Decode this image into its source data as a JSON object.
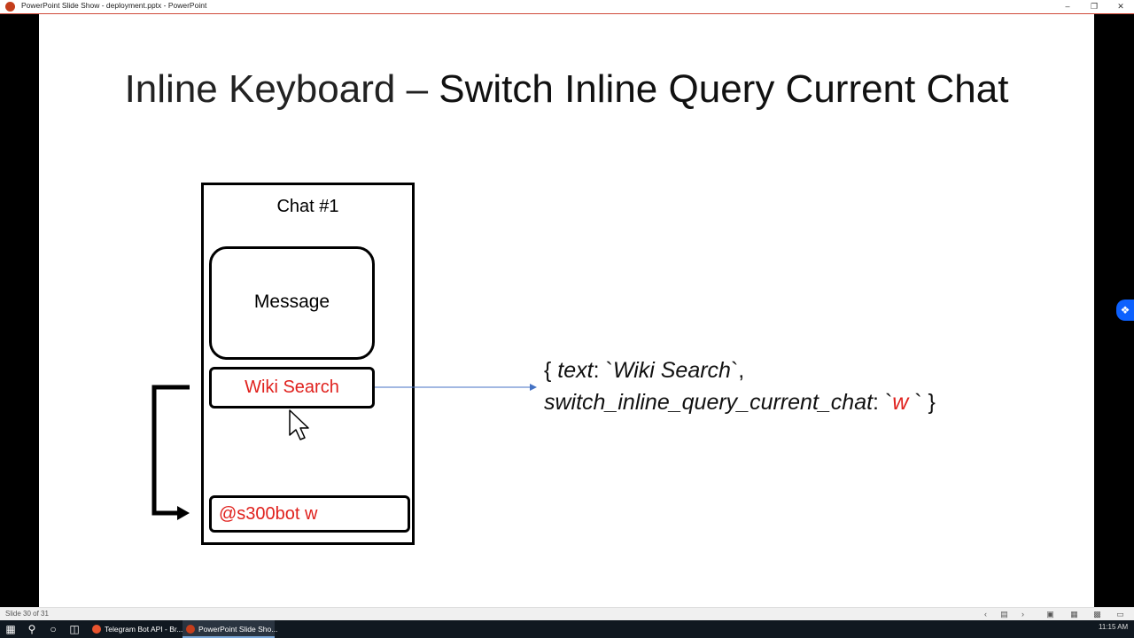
{
  "window": {
    "title": "PowerPoint Slide Show  -  deployment.pptx - PowerPoint",
    "minimize": "–",
    "restore": "❐",
    "close": "✕"
  },
  "slide": {
    "title_light": "Inline Keyboard – ",
    "title_bold": "Switch Inline Query Current Chat",
    "chat_label": "Chat #1",
    "message_label": "Message",
    "button_label": "Wiki Search",
    "input_text": "@s300bot w",
    "code": {
      "open": "{ ",
      "text_key": "text",
      "colon1": ": `",
      "text_val": "Wiki Search",
      "after_text": "`,",
      "switch_key": "switch_inline_query_current_chat",
      "colon2": ": `",
      "switch_val": "w",
      "close": " ` }"
    }
  },
  "statusbar": {
    "slide_counter": "Slide 30 of 31"
  },
  "taskbar": {
    "tasks": [
      {
        "label": "Telegram Bot API - Br..."
      },
      {
        "label": "PowerPoint Slide Sho..."
      }
    ],
    "clock": "11:15 AM"
  },
  "colors": {
    "accent_red": "#e0211d",
    "arrow_blue": "#4472c4"
  },
  "icons": {
    "start": "windows-icon",
    "search": "search-icon",
    "cortana": "cortana-icon",
    "taskview": "task-view-icon",
    "dropbox": "dropbox-icon"
  }
}
